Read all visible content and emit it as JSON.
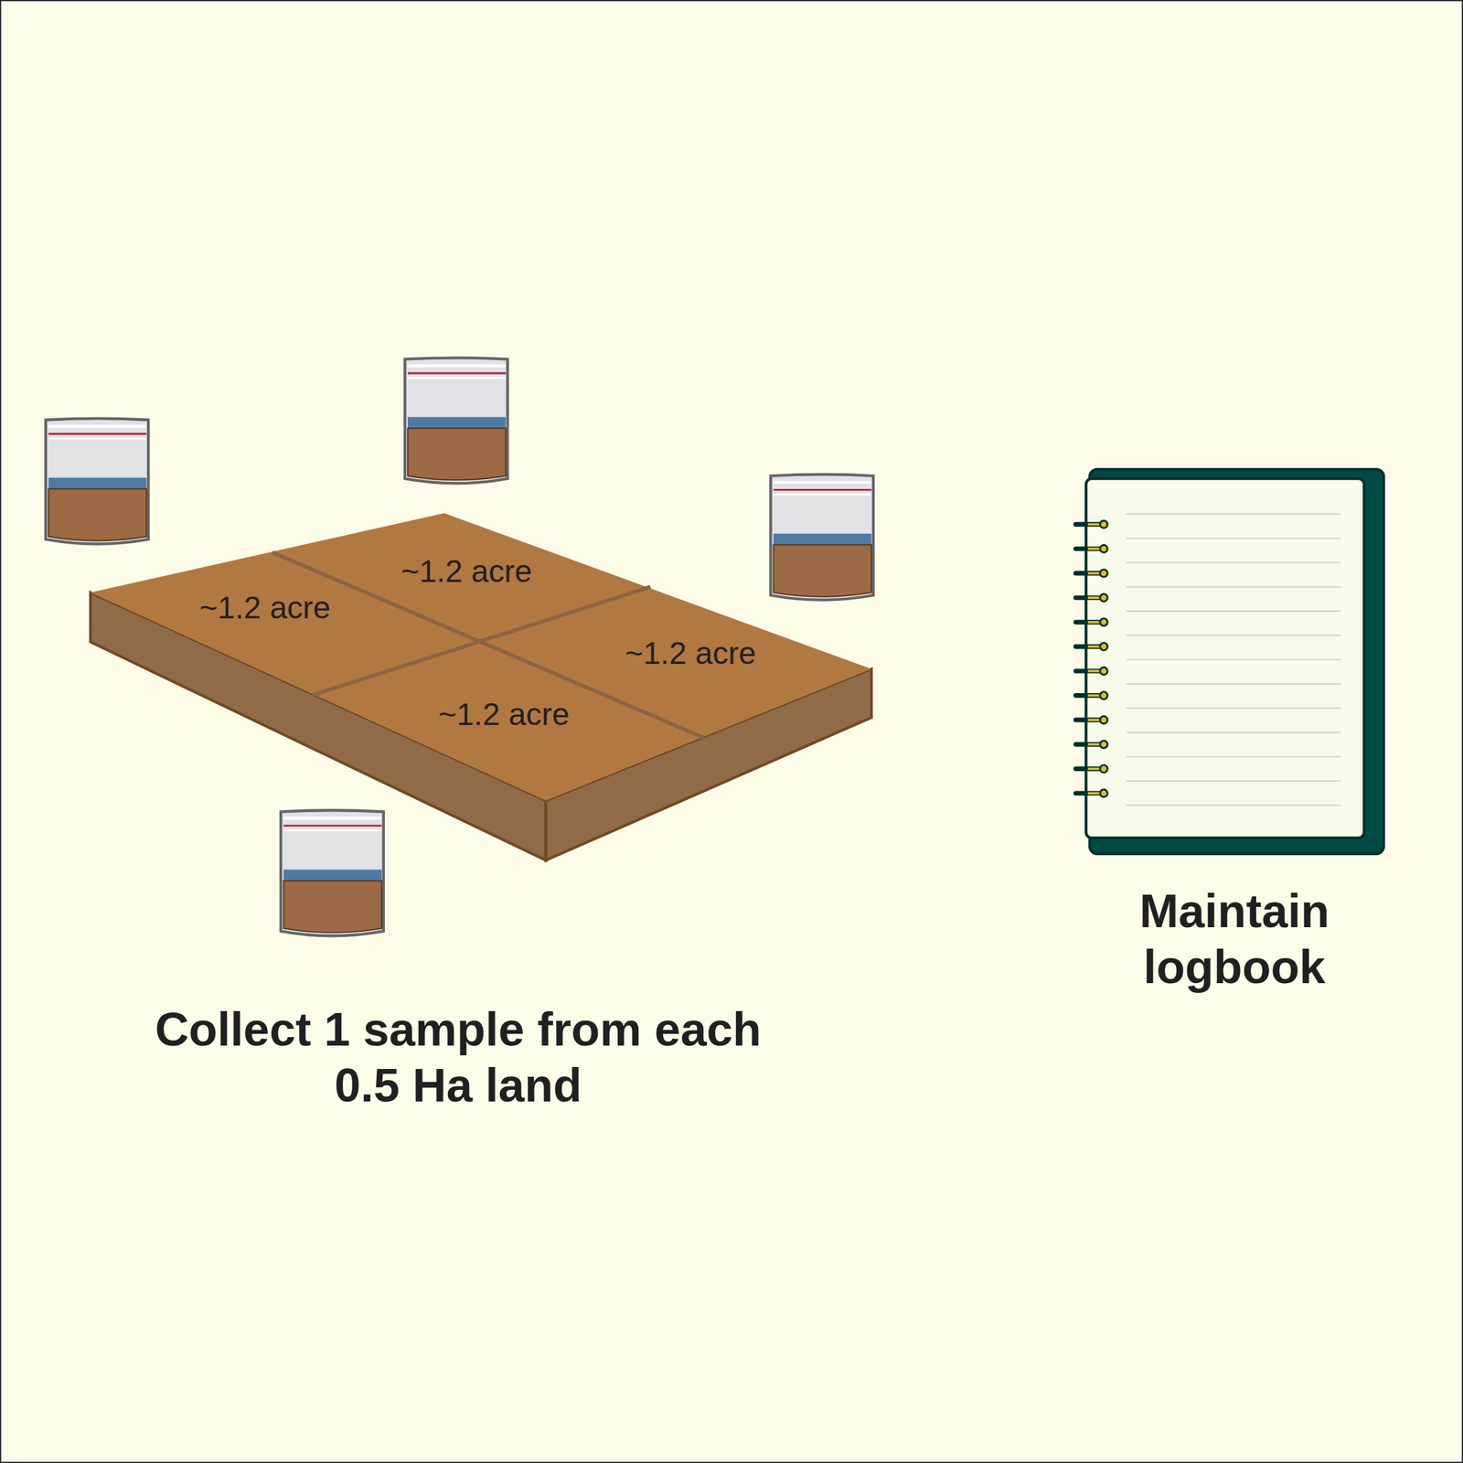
{
  "diagram": {
    "labels": [
      "~1.2 acre",
      "~1.2 acre",
      "~1.2 acre",
      "~1.2 acre",
      "Collect 1 sample from each 0.5 Ha land",
      "Maintain logbook"
    ]
  }
}
